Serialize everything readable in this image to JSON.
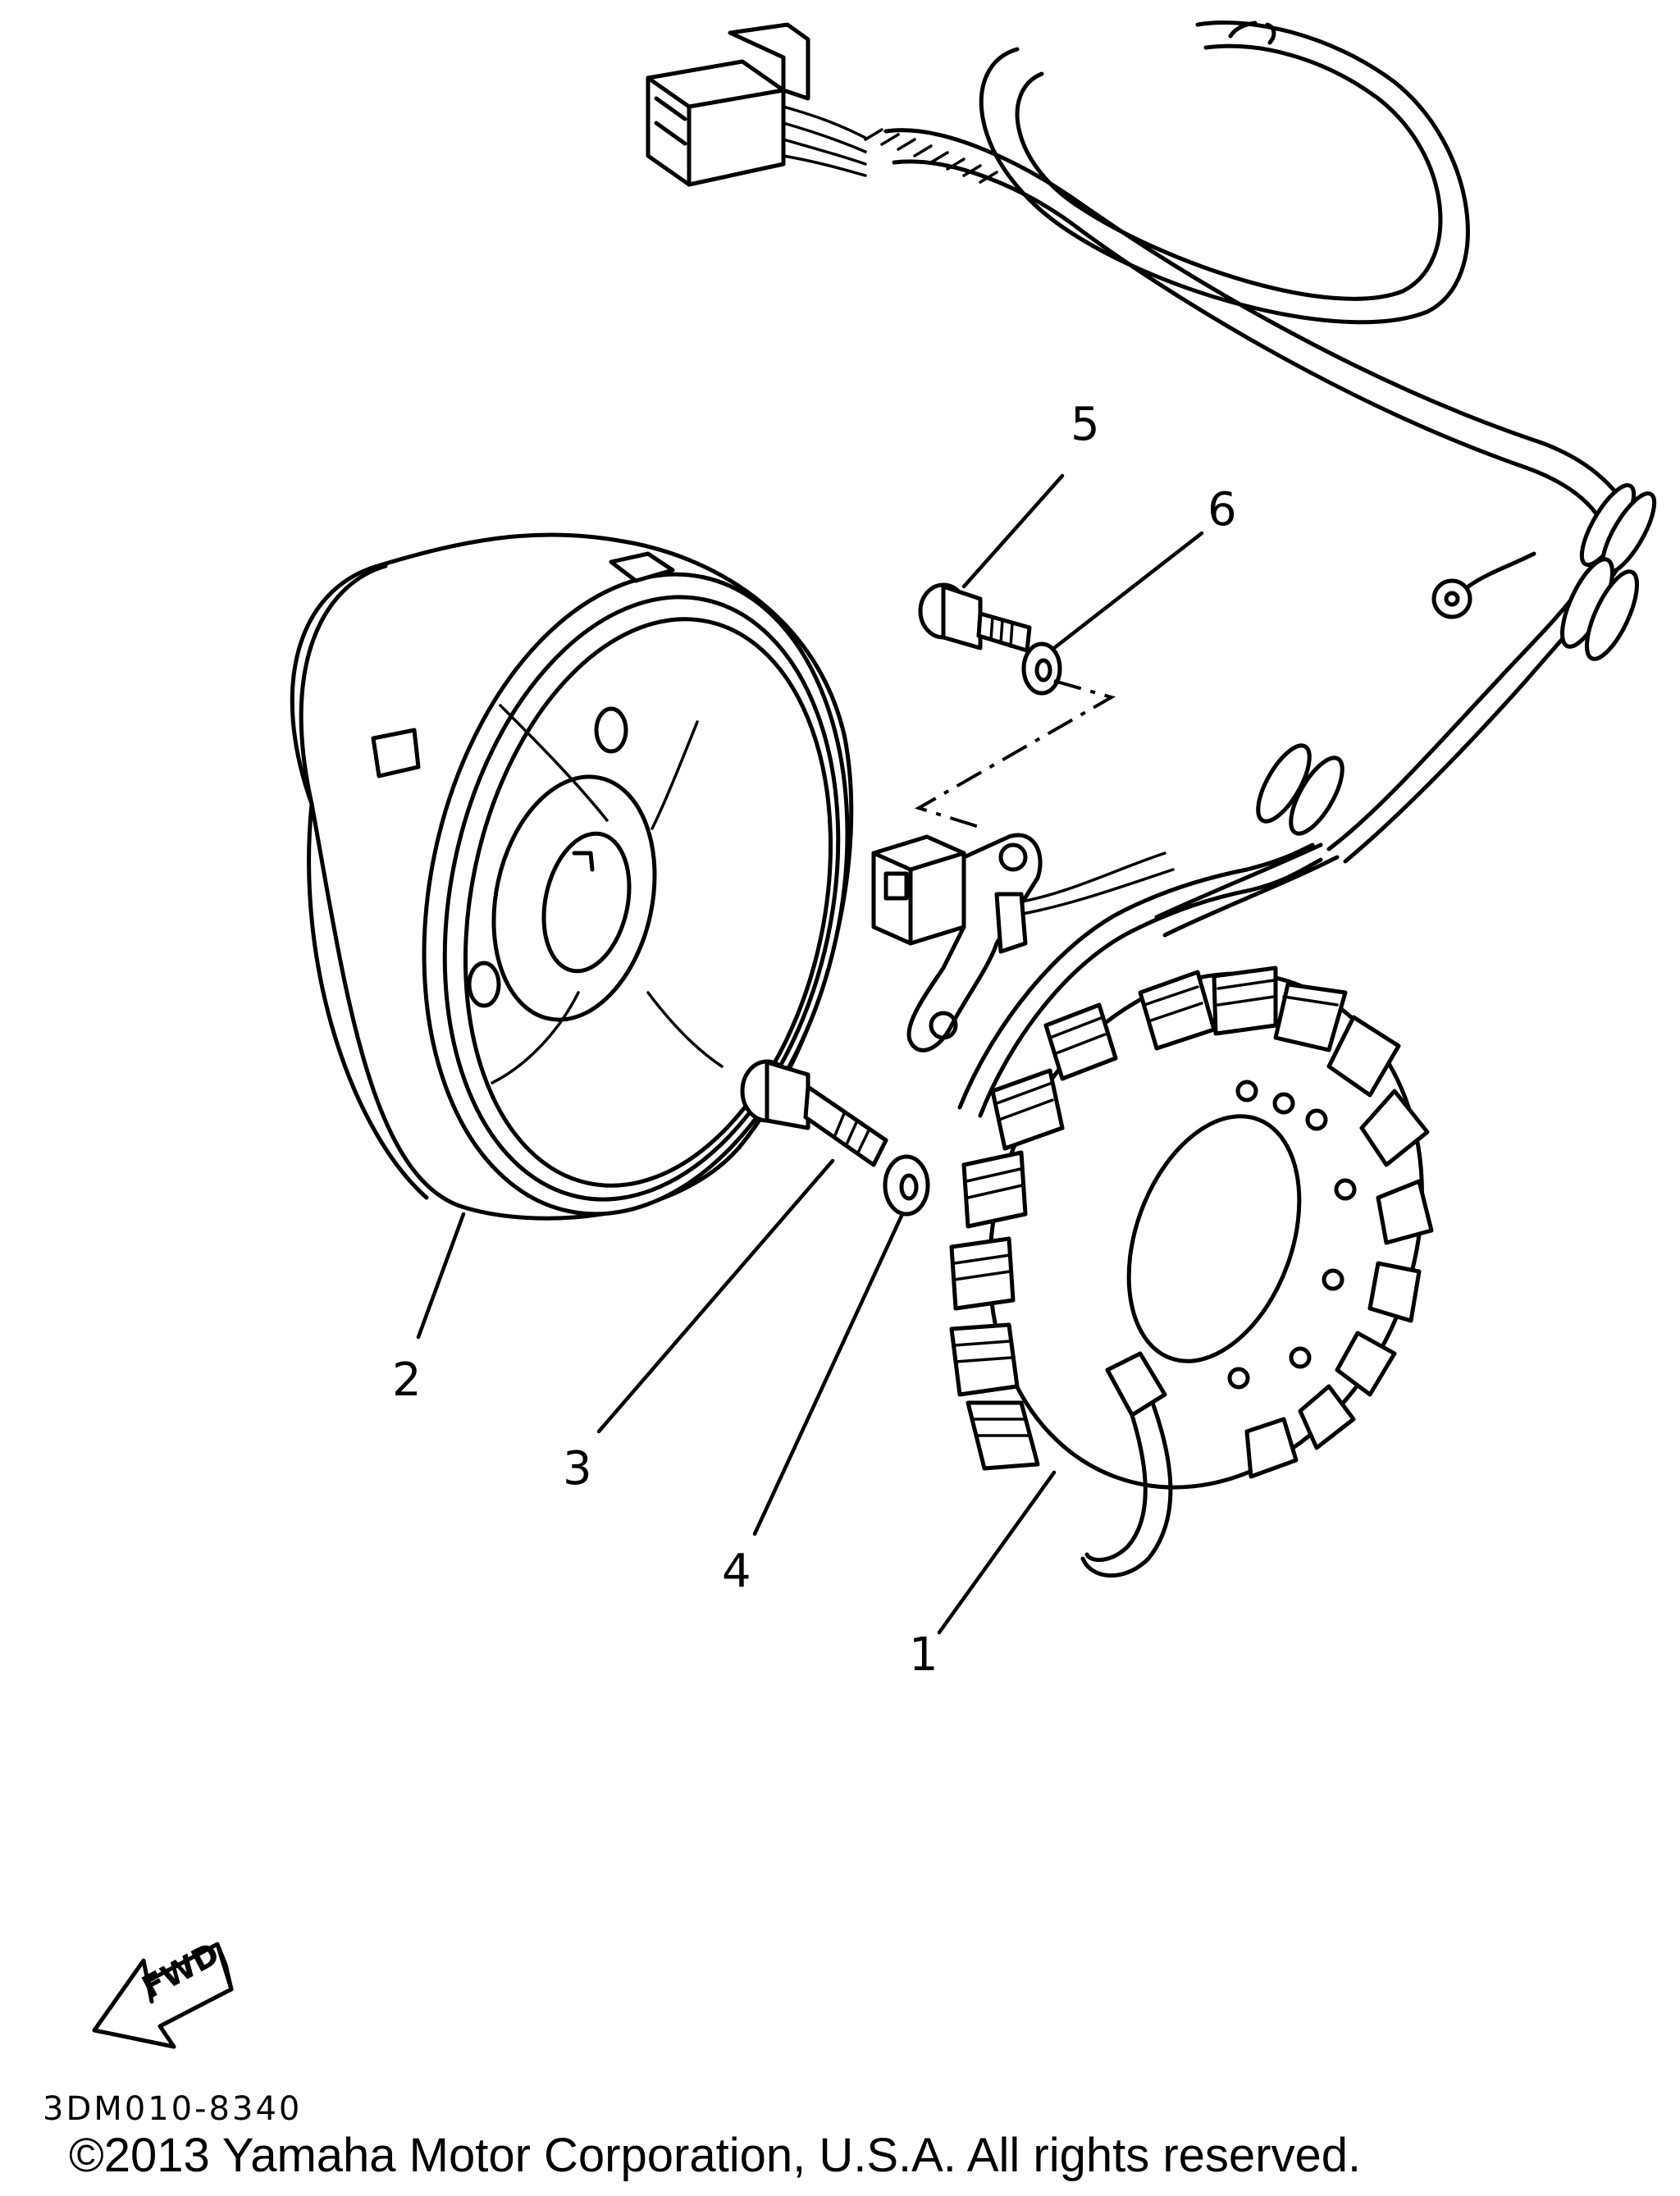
{
  "callouts": [
    {
      "id": "1",
      "label": "1"
    },
    {
      "id": "2",
      "label": "2"
    },
    {
      "id": "3",
      "label": "3"
    },
    {
      "id": "4",
      "label": "4"
    },
    {
      "id": "5",
      "label": "5"
    },
    {
      "id": "6",
      "label": "6"
    }
  ],
  "fwd_label": "FWD",
  "diagram_code": "3DM010-8340",
  "copyright": "©2013 Yamaha Motor Corporation, U.S.A. All rights reserved."
}
